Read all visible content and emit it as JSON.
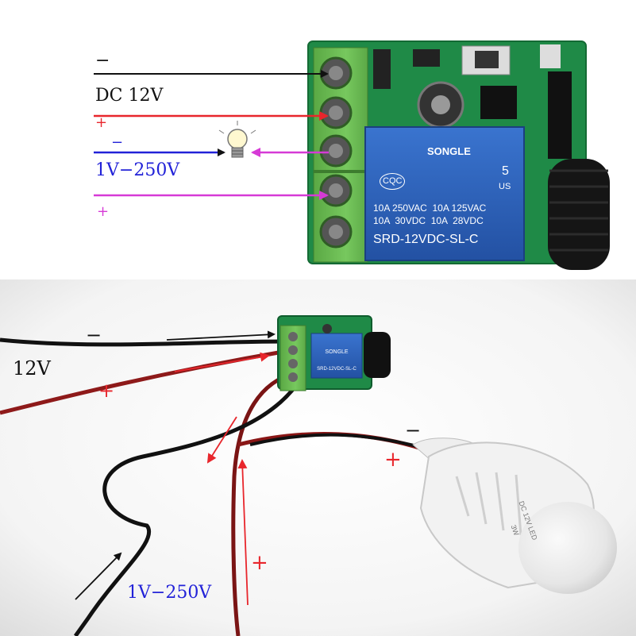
{
  "top_panel": {
    "minus_top": "−",
    "dc_label": "DC 12V",
    "plus_red": "+",
    "minus_blue": "−",
    "range_label": "1V−250V",
    "plus_magenta": "+"
  },
  "relay": {
    "brand": "SONGLE",
    "cert_left": "CQC",
    "cert_num": "5",
    "cert_us": "US",
    "rating_1": "10A 250VAC  10A 125VAC",
    "rating_2": "10A  30VDC  10A  28VDC",
    "model": "SRD-12VDC-SL-C"
  },
  "bottom_panel": {
    "minus_top": "−",
    "voltage_label": "12V",
    "plus_red": "+",
    "bulb_minus": "−",
    "bulb_plus": "+",
    "range_label": "1V−250V",
    "plus_bottom": "+",
    "bulb_print_1": "DC 12V LED",
    "bulb_print_2": "3W"
  },
  "colors": {
    "black_wire": "#111111",
    "red_wire": "#e8262c",
    "blue_wire": "#2222d8",
    "magenta_wire": "#d63ad6",
    "terminal_green": "#6fbf58",
    "relay_blue": "#2f61b7",
    "pcb_green": "#1f8a47"
  }
}
